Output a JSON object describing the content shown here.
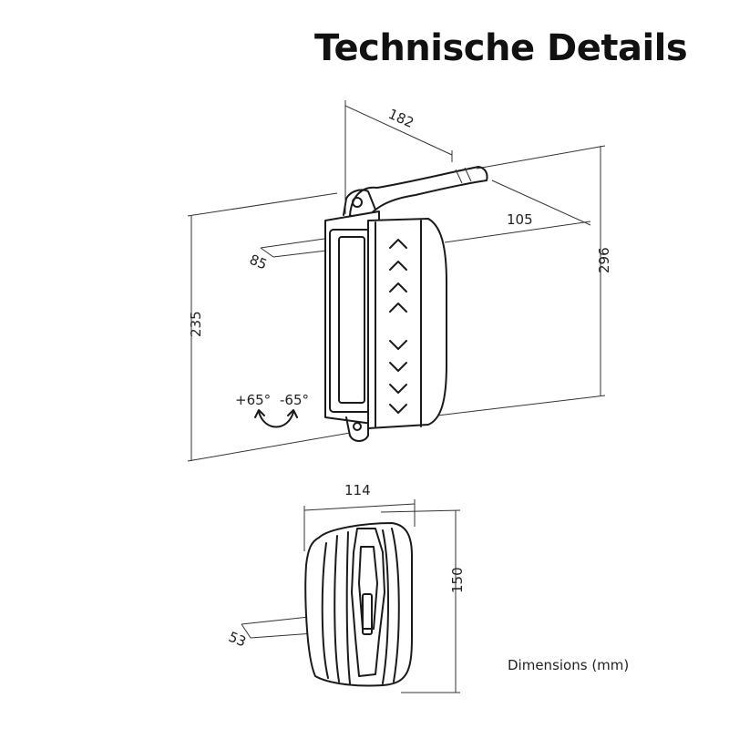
{
  "header": {
    "title": "Technische Details"
  },
  "dimensions": {
    "width_top": "182",
    "arm_length": "105",
    "depth_small": "85",
    "height_total": "296",
    "height_body": "235",
    "rotation_plus": "+65°",
    "rotation_minus": "-65°",
    "width_front": "114",
    "height_front": "150",
    "depth_front": "53"
  },
  "footer": {
    "units_label": "Dimensions (mm)"
  }
}
